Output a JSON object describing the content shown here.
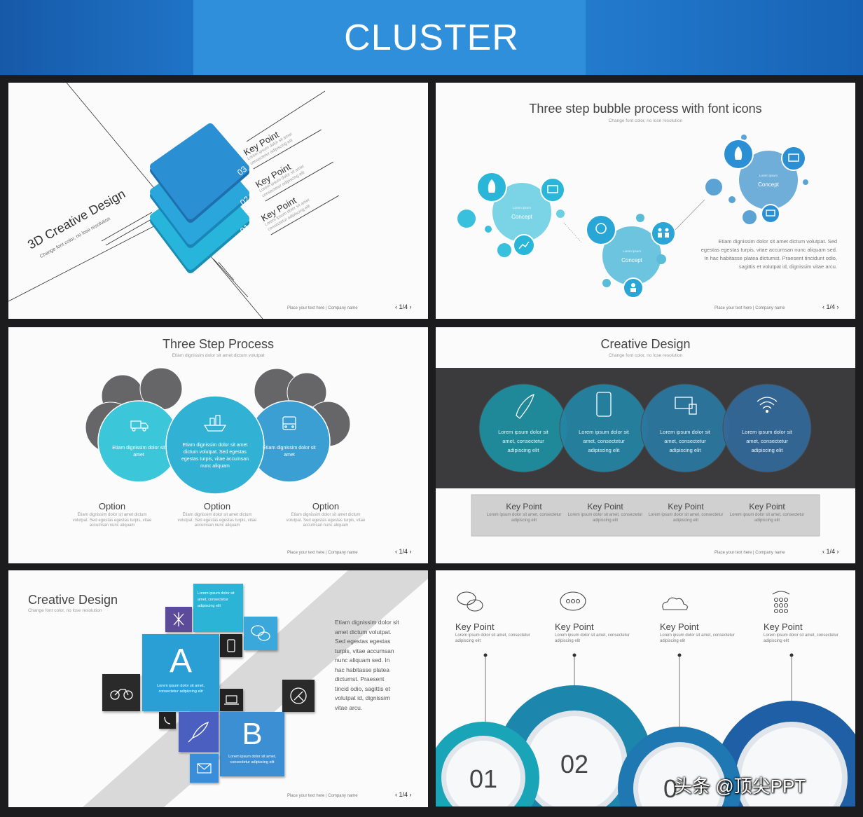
{
  "header": {
    "title": "CLUSTER"
  },
  "footer": {
    "text": "Place your text here | Company name",
    "page": "1/4"
  },
  "colors": {
    "header_blue": "#2f8fdb",
    "accent_cyan": "#29b6d9",
    "accent_blue": "#2b8fd3",
    "dark_band": "#3b3b3d"
  },
  "slide1": {
    "title": "3D Creative Design",
    "subtitle": "Change font color, no lose resolution",
    "steps": [
      {
        "num": "03",
        "label": "Key Point",
        "lines": [
          "Lorem ipsum dolor sit amet",
          "consectetur adipiscing elit"
        ]
      },
      {
        "num": "02",
        "label": "Key Point",
        "lines": [
          "Lorem ipsum dolor sit amet",
          "consectetur adipiscing elit"
        ]
      },
      {
        "num": "01",
        "label": "Key Point",
        "lines": [
          "Lorem ipsum dolor sit amet",
          "consectetur adipiscing elit"
        ]
      }
    ]
  },
  "slide2": {
    "title": "Three step bubble process with font icons",
    "subtitle": "Change font color, no lose resolution",
    "bubbles": [
      {
        "caption": "Lorem ipsum",
        "label": "Concept"
      },
      {
        "caption": "Lorem ipsum",
        "label": "Concept"
      },
      {
        "caption": "Lorem ipsum",
        "label": "Concept"
      }
    ],
    "paragraph": "Etiam dignissim dolor sit amet dictum volutpat. Sed egestas egestas turpis, vitae accumsan nunc aliquam sed. In hac habitasse platea dictumst. Praesent tincidunt odio, sagittis et volutpat id, dignissim vitae arcu."
  },
  "slide3": {
    "title": "Three Step Process",
    "subtitle": "Etiam dignissim dolor sit amet dictum volutpat",
    "circles": [
      {
        "text": "Etiam dignissim dolor sit amet"
      },
      {
        "text": "Etiam dignissim dolor sit amet dictum volutpat. Sed egestas egestas turpis, vitae accumsan nunc aliquam"
      },
      {
        "text": "Etiam dignissim dolor sit amet"
      }
    ],
    "options": [
      {
        "label": "Option",
        "text": "Etiam dignissim dolor sit amet dictum volutpat. Sed egestas egestas turpis, vitae accumsan nunc aliquam"
      },
      {
        "label": "Option",
        "text": "Etiam dignissim dolor sit amet dictum volutpat. Sed egestas egestas turpis, vitae accumsan nunc aliquam"
      },
      {
        "label": "Option",
        "text": "Etiam dignissim dolor sit amet dictum volutpat. Sed egestas egestas turpis, vitae accumsan nunc aliquam"
      }
    ]
  },
  "slide4": {
    "title": "Creative Design",
    "subtitle": "Change font color, no lose resolution",
    "circles": [
      {
        "text": "Lorem ipsum dolor sit amet, consectetur adipiscing elit"
      },
      {
        "text": "Lorem ipsum dolor sit amet, consectetur adipiscing elit"
      },
      {
        "text": "Lorem ipsum dolor sit amet, consectetur adipiscing elit"
      },
      {
        "text": "Lorem ipsum dolor sit amet, consectetur adipiscing elit"
      }
    ],
    "keypoints": [
      {
        "label": "Key Point",
        "text": "Lorem ipsum dolor sit amet, consectetur adipiscing elit"
      },
      {
        "label": "Key Point",
        "text": "Lorem ipsum dolor sit amet, consectetur adipiscing elit"
      },
      {
        "label": "Key Point",
        "text": "Lorem ipsum dolor sit amet, consectetur adipiscing elit"
      },
      {
        "label": "Key Point",
        "text": "Lorem ipsum dolor sit amet, consectetur adipiscing elit"
      }
    ]
  },
  "slide5": {
    "title": "Creative Design",
    "subtitle": "Change font color, no lose resolution",
    "tile_top_text": "Lorem ipsum dolor sit amet, consectetur adipiscing elit",
    "tile_a_letter": "A",
    "tile_a_text": "Lorem ipsum dolor sit amet, consectetur adipiscing elit",
    "tile_b_letter": "B",
    "tile_b_text": "Lorem ipsum dolor sit amet, consectetur adipiscing elit",
    "paragraph": "Etiam dignissim dolor sit amet dictum volutpat. Sed egestas egestas turpis, vitae accumsan nunc aliquam sed. In hac habitasse platea dictumst. Praesent tincid odio, sagittis et volutpat id, dignissim vitae arcu."
  },
  "slide6": {
    "keypoints": [
      {
        "label": "Key Point",
        "text": "Lorem ipsum dolor sit amet, consectetur adipiscing elit"
      },
      {
        "label": "Key Point",
        "text": "Lorem ipsum dolor sit amet, consectetur adipiscing elit"
      },
      {
        "label": "Key Point",
        "text": "Lorem ipsum dolor sit amet, consectetur adipiscing elit"
      },
      {
        "label": "Key Point",
        "text": "Lorem ipsum dolor sit amet, consectetur adipiscing elit"
      }
    ],
    "numbers": [
      "01",
      "02",
      "0"
    ],
    "watermark": "头条 @顶尖PPT"
  }
}
